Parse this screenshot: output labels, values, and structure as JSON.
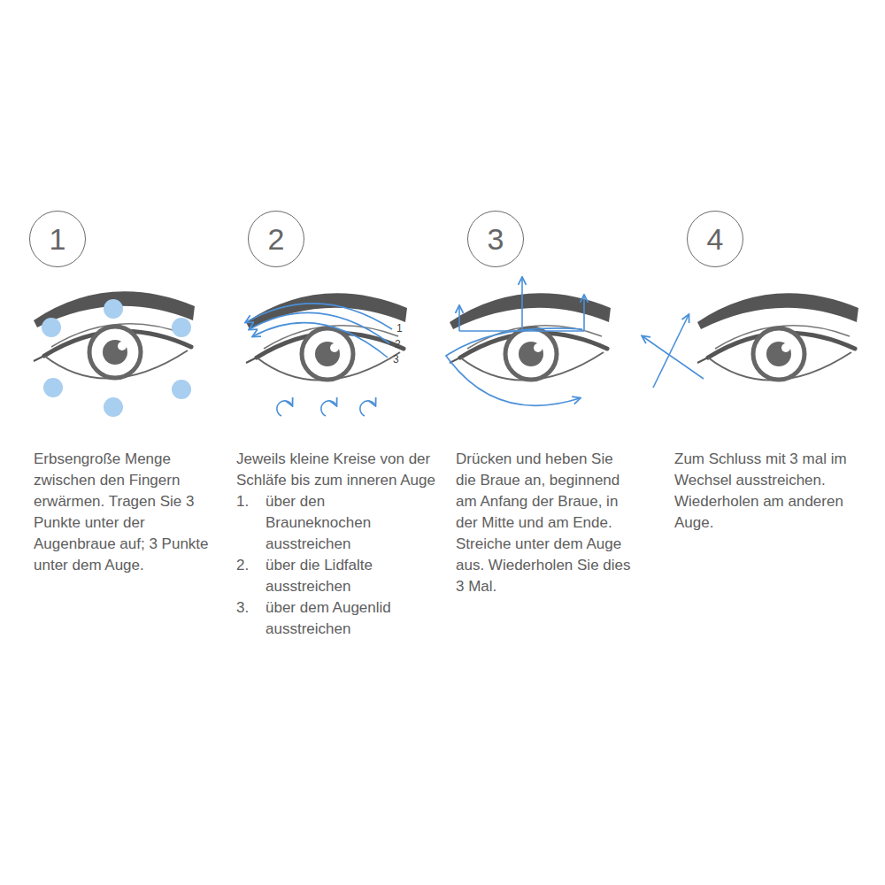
{
  "diagram": {
    "nodes": [
      {
        "text": [
          "1"
        ]
      },
      {
        "text": [
          "2"
        ]
      },
      {
        "text": [
          "3"
        ]
      },
      {
        "text": [
          "4"
        ]
      }
    ],
    "edges": [],
    "labels": [
      "Erbsengroße Menge zwischen den Fingern erwärmen. Tragen Sie 3 Punkte unter der Augenbraue auf; 3 Punkte unter dem Auge.",
      "Jeweils kleine Kreise von der Schläfe bis zum inneren Auge",
      "1.",
      "über den Brauneknochen ausstreichen",
      "2.",
      "über die Lidfalte ausstreichen",
      "3.",
      "über dem Augenlid ausstreichen",
      "1",
      "2",
      "3",
      "Drücken und heben Sie die Braue an, beginnend am Anfang der Braue, in der Mitte und am Ende. Streiche unter dem Auge aus. Wiederholen Sie dies 3 Mal.",
      "Zum Schluss mit 3 mal im Wechsel ausstreichen. Wiederholen am anderen Auge."
    ]
  }
}
